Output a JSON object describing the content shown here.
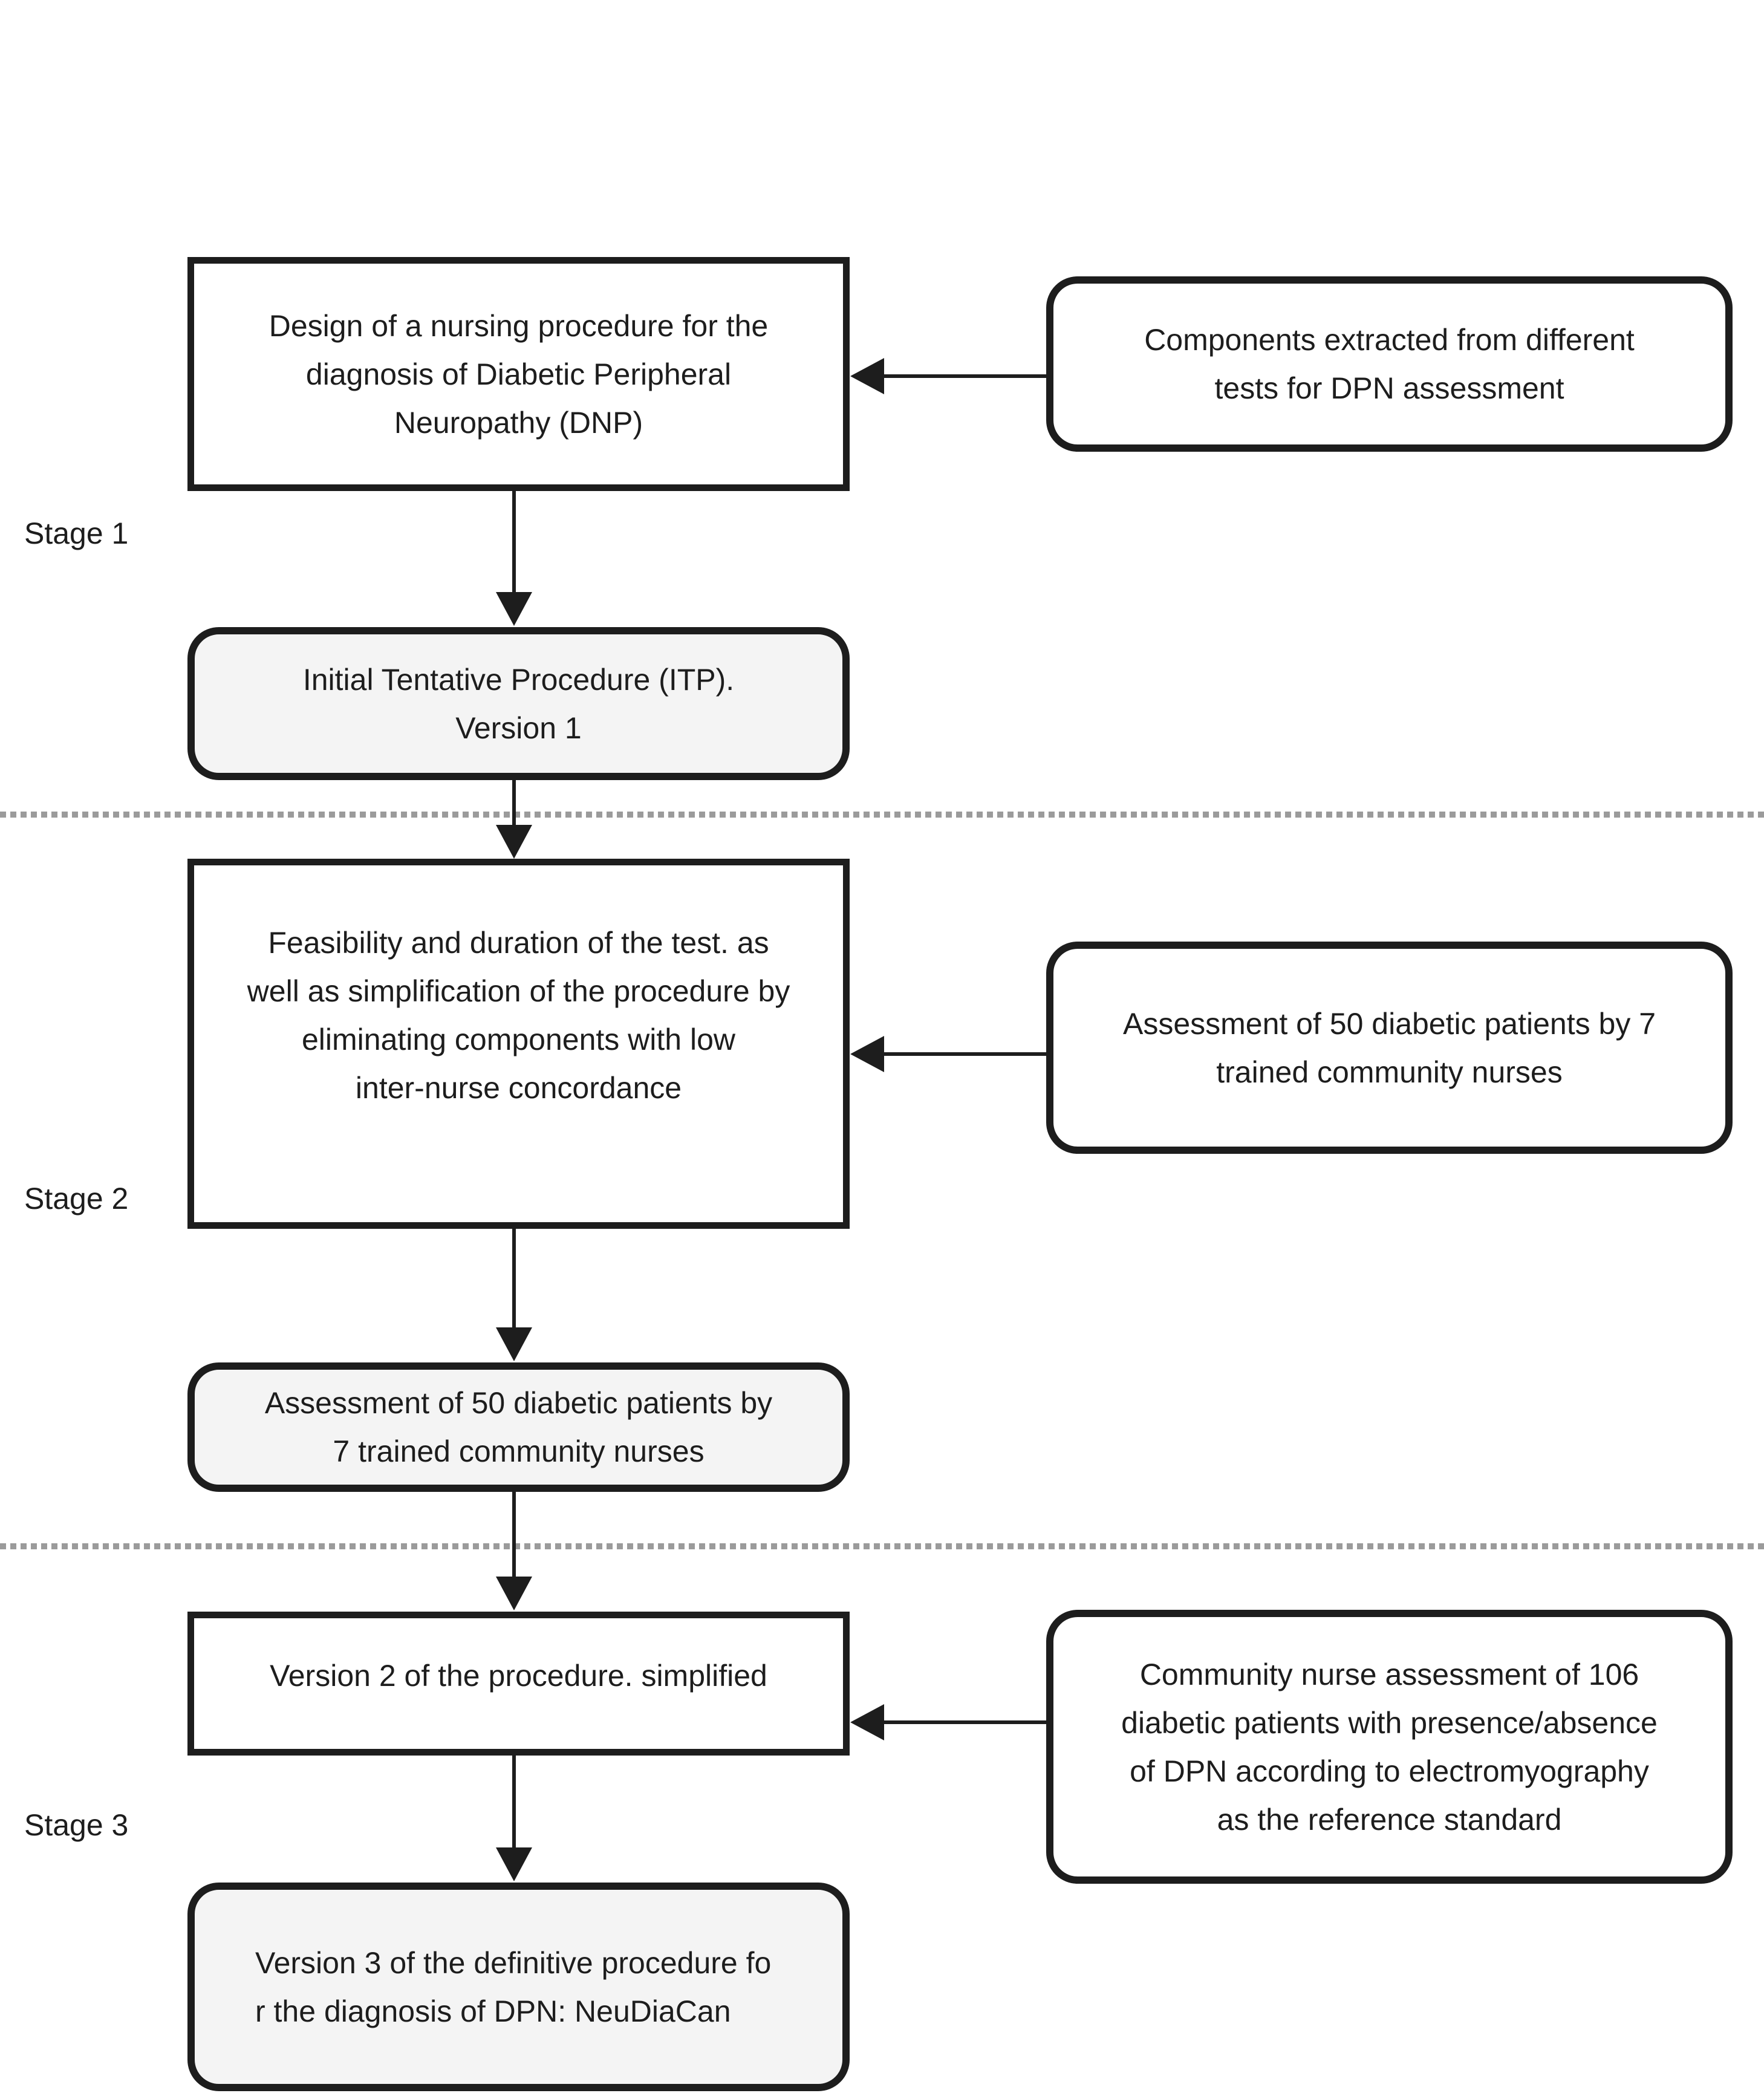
{
  "stages": [
    {
      "label": "Stage 1"
    },
    {
      "label": "Stage 2"
    },
    {
      "label": "Stage 3"
    }
  ],
  "left_column": {
    "design_box": {
      "lines": [
        "Design of a nursing procedure for the",
        "diagnosis of Diabetic Peripheral",
        "Neuropathy (DNP)"
      ]
    },
    "itp_box": {
      "lines": [
        "Initial Tentative Procedure (ITP).",
        "Version 1"
      ]
    },
    "feasibility_box": {
      "lines": [
        "Feasibility and duration of the test. as",
        "well as simplification of the procedure by",
        "eliminating components with low",
        "inter-nurse concordance"
      ]
    },
    "assessment_result_box": {
      "lines": [
        "Assessment of 50 diabetic patients by",
        "7 trained community nurses"
      ]
    },
    "version2_box": {
      "lines": [
        "Version 2 of the procedure. simplified"
      ]
    },
    "version3_box": {
      "lines": [
        "Version 3 of the definitive procedure fo",
        "r the diagnosis of DPN: NeuDiaCan"
      ]
    }
  },
  "right_column": {
    "components_box": {
      "lines": [
        "Components extracted from different",
        "tests for DPN assessment"
      ]
    },
    "nurse_assessment_box": {
      "lines": [
        "Assessment of 50 diabetic patients by 7",
        "trained community nurses"
      ]
    },
    "emg_assessment_box": {
      "lines": [
        "Community nurse assessment of 106",
        "diabetic patients with presence/absence",
        "of DPN according to electromyography",
        "as the reference standard"
      ]
    }
  },
  "colors": {
    "ink": "#1d1d1d",
    "box_fill_gray": "#f4f4f4",
    "box_fill_white": "#ffffff",
    "dotted_divider_gray": "#9b9b9b",
    "background": "#ffffff"
  }
}
